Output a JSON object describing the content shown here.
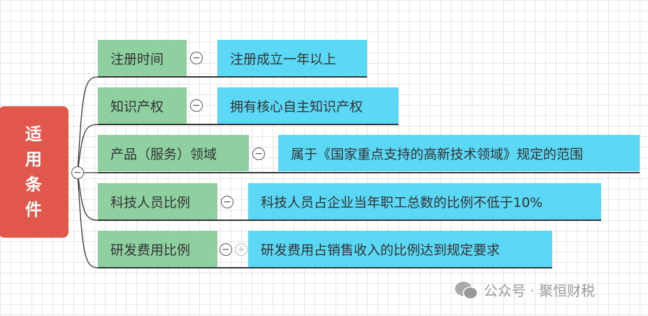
{
  "root": {
    "label": [
      "适",
      "用",
      "条",
      "件"
    ]
  },
  "branches": [
    {
      "label": "注册时间",
      "detail": "注册成立一年以上"
    },
    {
      "label": "知识产权",
      "detail": "拥有核心自主知识产权"
    },
    {
      "label": "产品（服务）领域",
      "detail": "属于《国家重点支持的高新技术领域》规定的范围"
    },
    {
      "label": "科技人员比例",
      "detail": "科技人员占企业当年职工总数的比例不低于10%"
    },
    {
      "label": "研发费用比例",
      "detail": "研发费用占销售收入的比例达到规定要求"
    }
  ],
  "watermark": "公众号 · 聚恒财税"
}
